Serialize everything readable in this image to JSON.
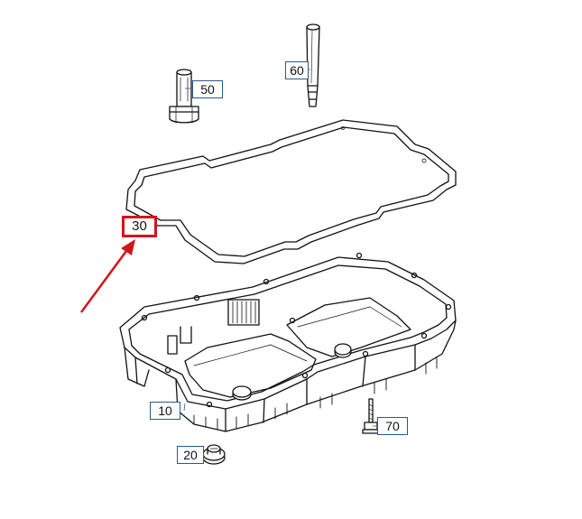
{
  "diagram": {
    "parts": [
      {
        "id": "10",
        "label": "10",
        "item": "oil-pan"
      },
      {
        "id": "20",
        "label": "20",
        "item": "drain-plug"
      },
      {
        "id": "30",
        "label": "30",
        "item": "gasket"
      },
      {
        "id": "50",
        "label": "50",
        "item": "connector-sleeve"
      },
      {
        "id": "60",
        "label": "60",
        "item": "filler-tube"
      },
      {
        "id": "70",
        "label": "70",
        "item": "bolt"
      }
    ],
    "highlighted_part": "30",
    "colors": {
      "line": "#111111",
      "callout_border": "#2a5a8a",
      "highlight": "#d0161b"
    }
  }
}
